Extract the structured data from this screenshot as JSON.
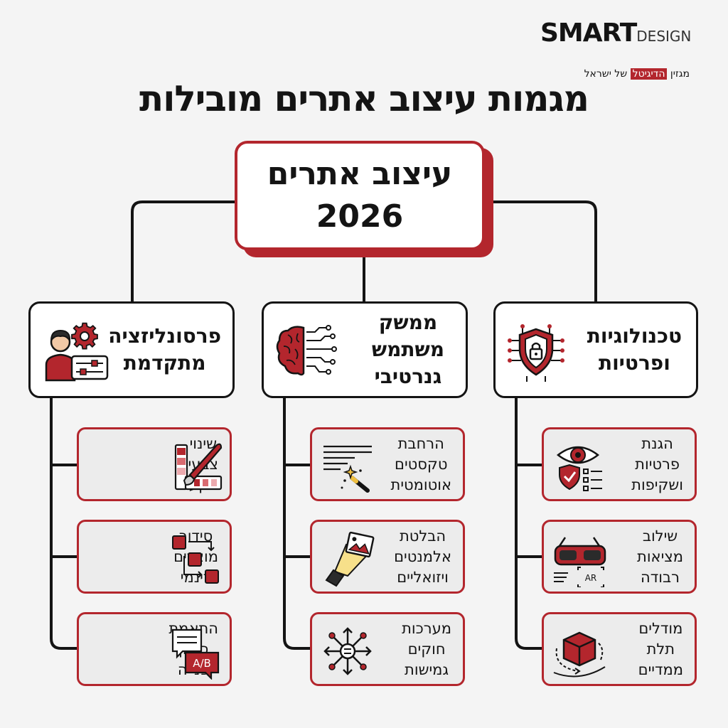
{
  "brand": {
    "word": "SMART",
    "sub": "DESIGN",
    "tagline_prefix": "מגזין",
    "tagline_highlight": "הדיגיטל",
    "tagline_suffix": "של ישראל"
  },
  "title": "מגמות עיצוב אתרים מובילות",
  "root": {
    "line1": "עיצוב אתרים",
    "line2": "2026"
  },
  "categories": [
    {
      "lines": [
        "טכנולוגיות",
        "ופרטיות"
      ],
      "icon": "shield-lock-circuit-icon",
      "items": [
        {
          "lines": [
            "הגנת",
            "פרטיות",
            "ושקיפות"
          ],
          "icon": "eye-shield-checklist-icon"
        },
        {
          "lines": [
            "שילוב",
            "מציאות",
            "רבודה"
          ],
          "icon": "ar-glasses-icon"
        },
        {
          "lines": [
            "מודלים",
            "תלת",
            "ממדיים"
          ],
          "icon": "3d-cube-icon"
        }
      ]
    },
    {
      "lines": [
        "ממשק",
        "משתמש",
        "גנרטיבי"
      ],
      "icon": "brain-circuit-icon",
      "items": [
        {
          "lines": [
            "הרחבת",
            "טקסטים",
            "אוטומטית"
          ],
          "icon": "magic-wand-text-icon"
        },
        {
          "lines": [
            "הבלטת",
            "אלמנטים",
            "ויזואליים"
          ],
          "icon": "spotlight-image-icon"
        },
        {
          "lines": [
            "מערכות",
            "חוקים",
            "גמישות"
          ],
          "icon": "flexible-arrows-icon"
        }
      ]
    },
    {
      "lines": [
        "פרסונליזציה",
        "מתקדמת"
      ],
      "icon": "user-gear-settings-icon",
      "items": [
        {
          "lines": [
            "שינוי",
            "צבעי",
            "רקע"
          ],
          "icon": "color-palette-brush-icon"
        },
        {
          "lines": [
            "סידור",
            "מוצרים",
            "דינמי"
          ],
          "icon": "rearrange-squares-icon"
        },
        {
          "lines": [
            "התאמת",
            "סגנון",
            "פנייה"
          ],
          "icon": "ab-speech-bubbles-icon"
        }
      ]
    }
  ],
  "ab_label": "A/B",
  "ar_label": "AR",
  "colors": {
    "accent": "#b3262d",
    "ink": "#141414",
    "leaf_bg": "#ececec",
    "page_bg": "#f4f4f4"
  }
}
